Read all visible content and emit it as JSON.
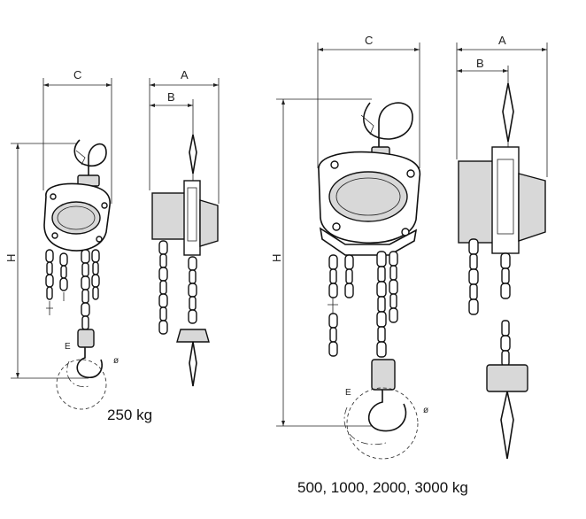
{
  "dimension_labels": {
    "a": "A",
    "b": "B",
    "c": "C",
    "h": "H",
    "e": "E",
    "diameter": "ø"
  },
  "captions": {
    "small_hoist": "250 kg",
    "large_hoists": "500, 1000, 2000, 3000 kg"
  }
}
